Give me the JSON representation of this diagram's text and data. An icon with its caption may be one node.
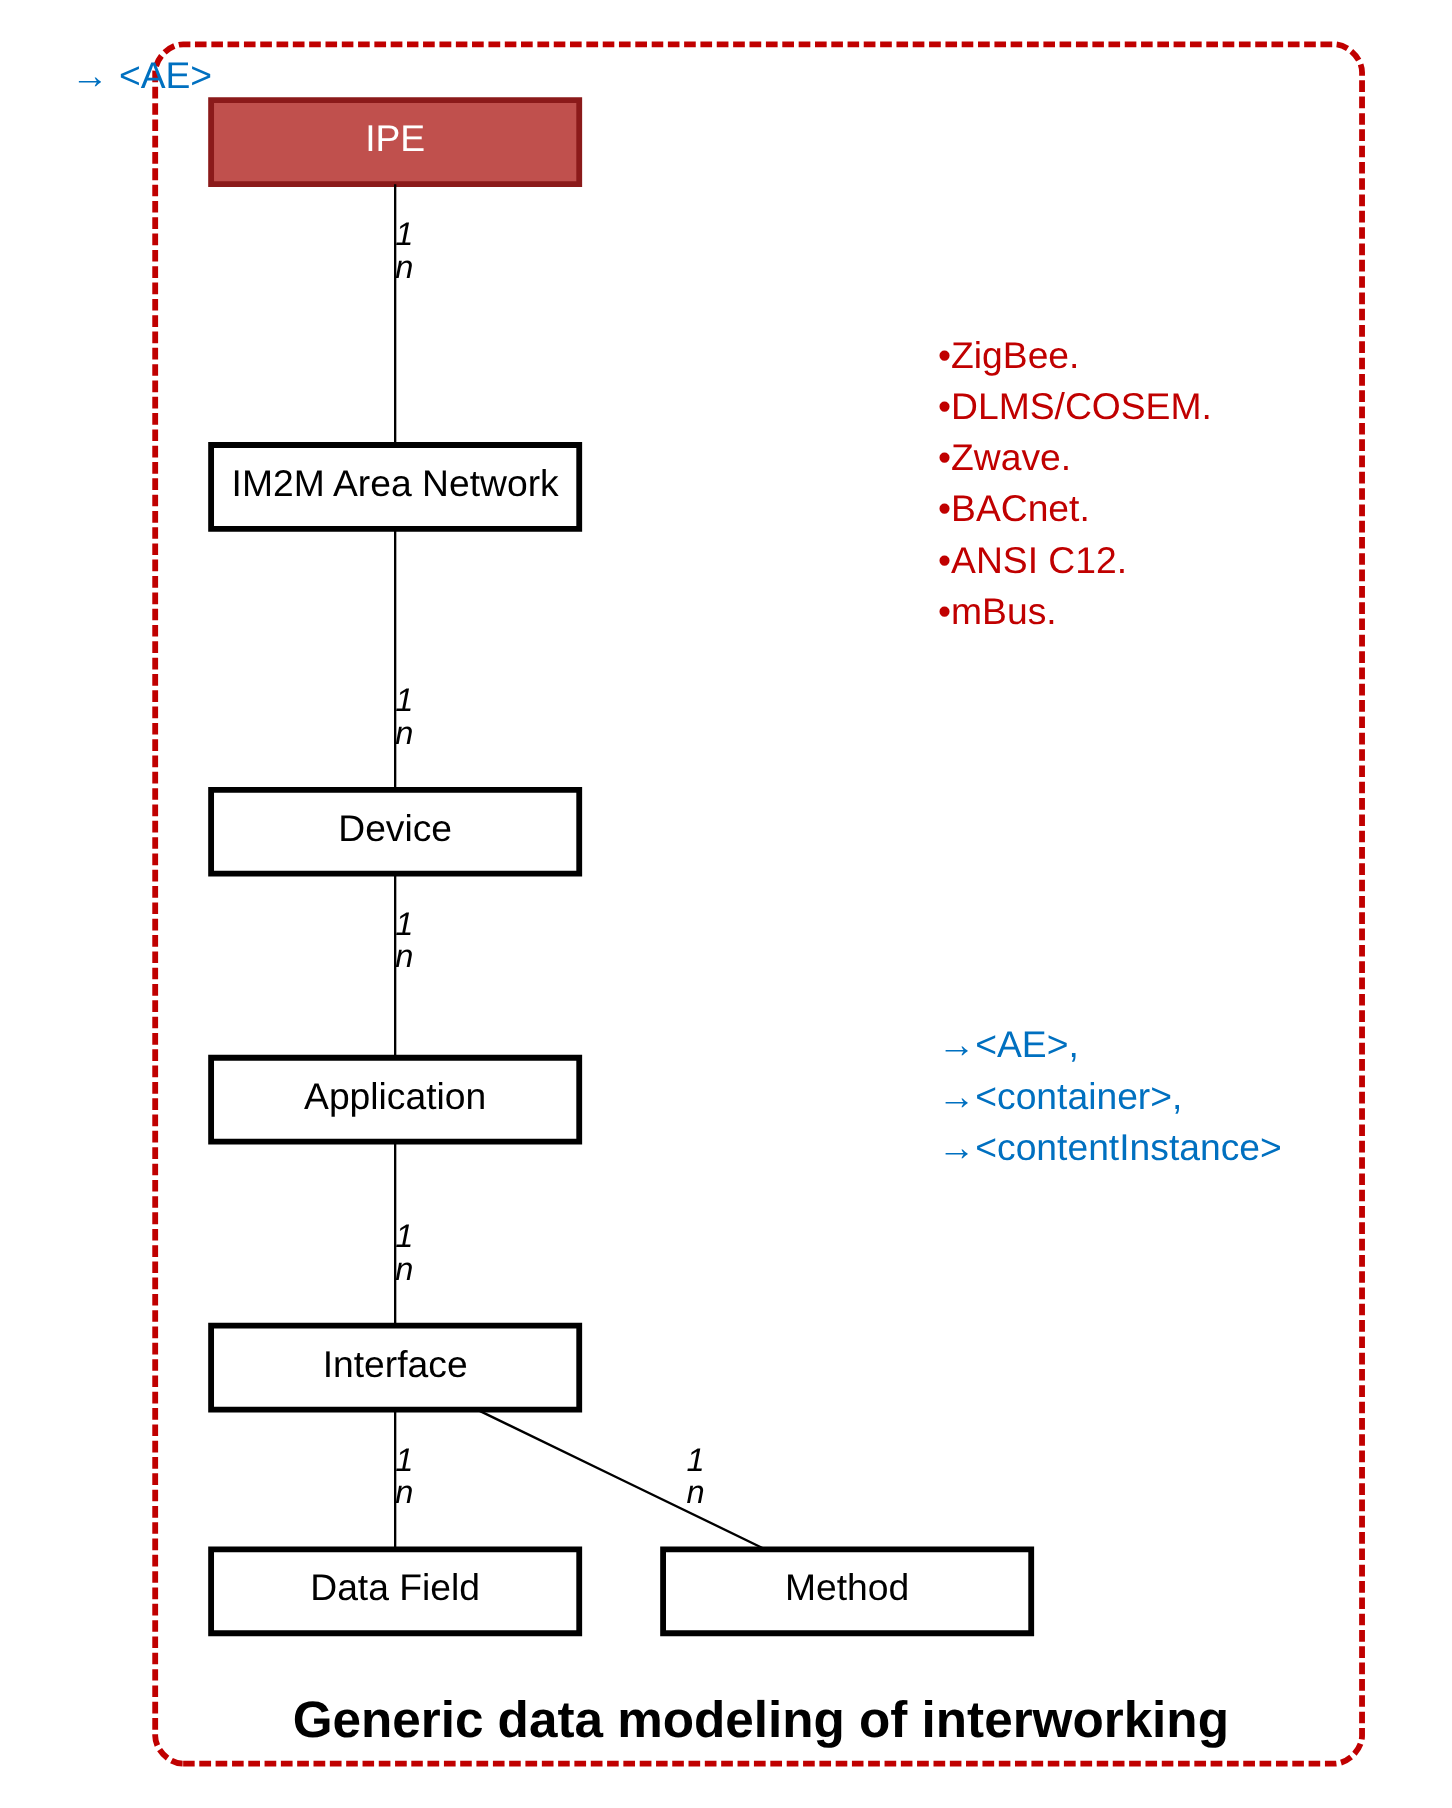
{
  "diagram": {
    "nodes": [
      {
        "text": [
          "Generic data modeling of interworking"
        ]
      },
      {
        "text": [
          "IPE"
        ],
        "in": 0,
        "beside": [
          "→ <AE>"
        ]
      },
      {
        "text": [
          "IM2M Area Network"
        ],
        "in": 0
      },
      {
        "text": [
          "Device"
        ],
        "in": 0
      },
      {
        "text": [
          "Application"
        ],
        "in": 0
      },
      {
        "text": [
          "Interface"
        ],
        "in": 0
      },
      {
        "text": [
          "Data Field"
        ],
        "in": 0
      },
      {
        "text": [
          "Method"
        ],
        "in": 0
      }
    ],
    "edges": [
      {
        "from": 1,
        "to": 2,
        "arrow": "none",
        "label": "1 n"
      },
      {
        "from": 2,
        "to": 3,
        "arrow": "none",
        "label": "1 n"
      },
      {
        "from": 3,
        "to": 4,
        "arrow": "none",
        "label": "1 n"
      },
      {
        "from": 4,
        "to": 5,
        "arrow": "none",
        "label": "1 n"
      },
      {
        "from": 5,
        "to": 6,
        "arrow": "none",
        "label": "1 n"
      },
      {
        "from": 5,
        "to": 7,
        "arrow": "none",
        "label": "1 n"
      }
    ],
    "labels": [
      "•ZigBee.",
      "•DLMS/COSEM.",
      "•Zwave.",
      "•BACnet.",
      "•ANSI C12.",
      "•mBus.",
      "→<AE>,",
      "→<container>,",
      "→<contentInstance>"
    ]
  }
}
